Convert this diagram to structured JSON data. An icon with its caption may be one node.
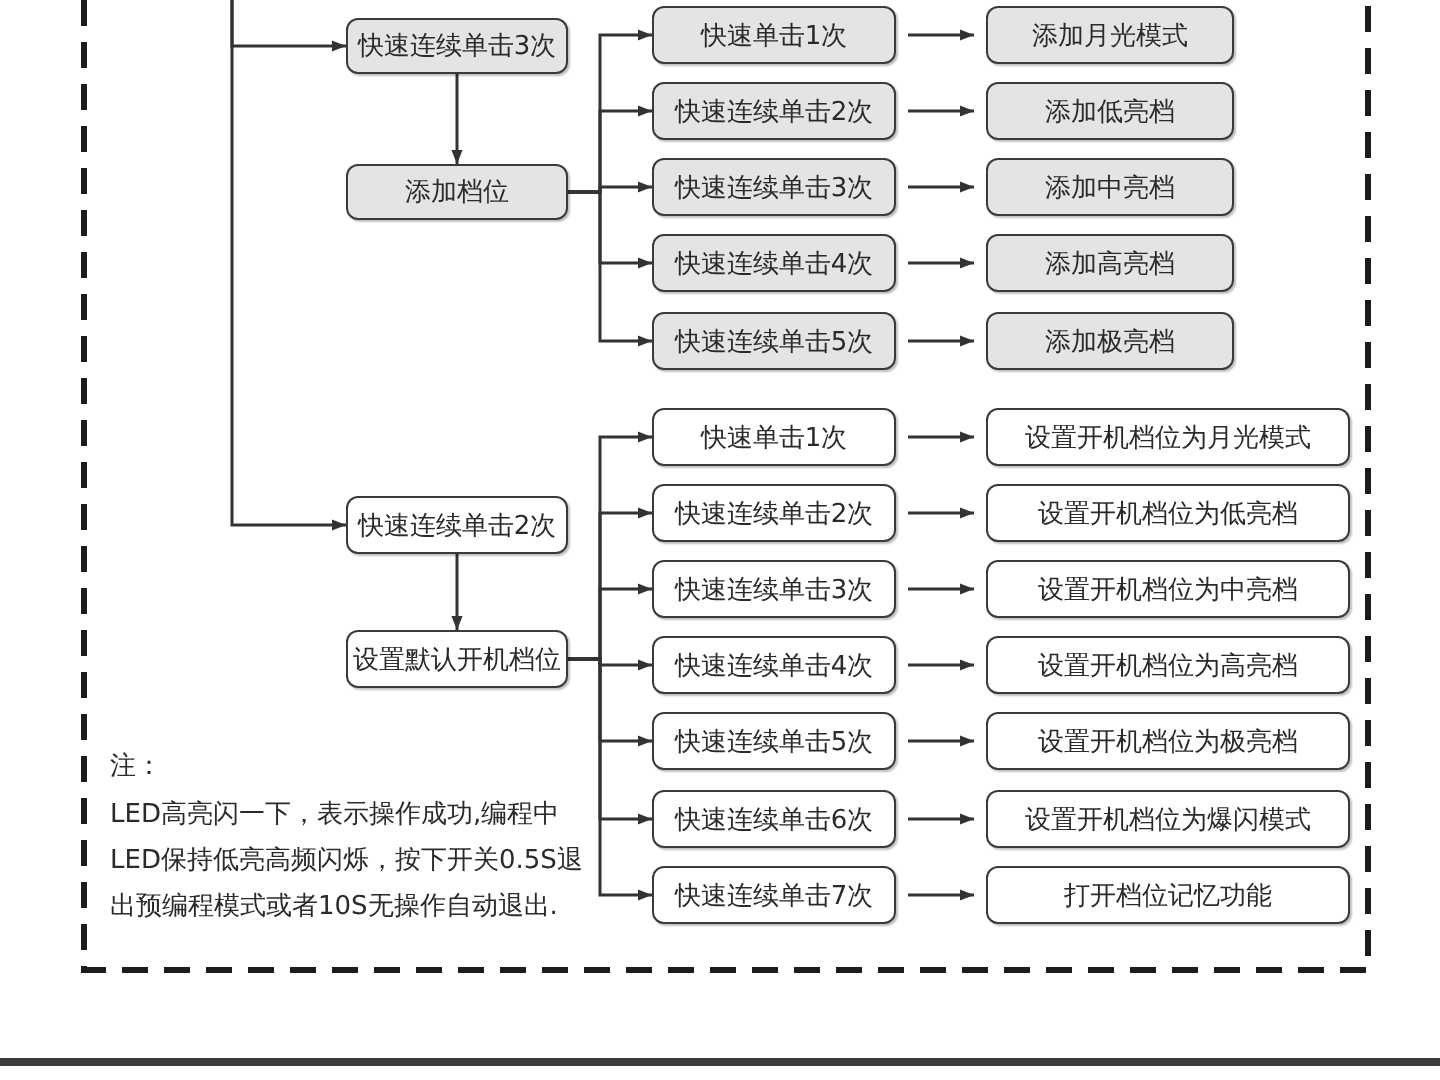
{
  "diagram": {
    "nodes": [
      {
        "text": [
          "快速连续单击3次"
        ]
      },
      {
        "text": [
          "添加档位"
        ]
      },
      {
        "text": [
          "快速单击1次"
        ]
      },
      {
        "text": [
          "添加月光模式"
        ]
      },
      {
        "text": [
          "快速连续单击2次"
        ]
      },
      {
        "text": [
          "添加低亮档"
        ]
      },
      {
        "text": [
          "快速连续单击3次"
        ]
      },
      {
        "text": [
          "添加中亮档"
        ]
      },
      {
        "text": [
          "快速连续单击4次"
        ]
      },
      {
        "text": [
          "添加高亮档"
        ]
      },
      {
        "text": [
          "快速连续单击5次"
        ]
      },
      {
        "text": [
          "添加极亮档"
        ]
      },
      {
        "text": [
          "快速连续单击2次"
        ]
      },
      {
        "text": [
          "设置默认开机档位"
        ]
      },
      {
        "text": [
          "快速单击1次"
        ]
      },
      {
        "text": [
          "设置开机档位为月光模式"
        ]
      },
      {
        "text": [
          "快速连续单击2次"
        ]
      },
      {
        "text": [
          "设置开机档位为低亮档"
        ]
      },
      {
        "text": [
          "快速连续单击3次"
        ]
      },
      {
        "text": [
          "设置开机档位为中亮档"
        ]
      },
      {
        "text": [
          "快速连续单击4次"
        ]
      },
      {
        "text": [
          "设置开机档位为高亮档"
        ]
      },
      {
        "text": [
          "快速连续单击5次"
        ]
      },
      {
        "text": [
          "设置开机档位为极亮档"
        ]
      },
      {
        "text": [
          "快速连续单击6次"
        ]
      },
      {
        "text": [
          "设置开机档位为爆闪模式"
        ]
      },
      {
        "text": [
          "快速连续单击7次"
        ]
      },
      {
        "text": [
          "打开档位记忆功能"
        ]
      }
    ],
    "edges": [
      {
        "from": null,
        "to": 0,
        "arrow": "to"
      },
      {
        "from": null,
        "to": 12,
        "arrow": "to"
      },
      {
        "from": 0,
        "to": 1,
        "arrow": "to"
      },
      {
        "from": 1,
        "to": 2,
        "arrow": "to"
      },
      {
        "from": 1,
        "to": 4,
        "arrow": "to"
      },
      {
        "from": 1,
        "to": 6,
        "arrow": "to"
      },
      {
        "from": 1,
        "to": 8,
        "arrow": "to"
      },
      {
        "from": 1,
        "to": 10,
        "arrow": "to"
      },
      {
        "from": 2,
        "to": 3,
        "arrow": "to"
      },
      {
        "from": 4,
        "to": 5,
        "arrow": "to"
      },
      {
        "from": 6,
        "to": 7,
        "arrow": "to"
      },
      {
        "from": 8,
        "to": 9,
        "arrow": "to"
      },
      {
        "from": 10,
        "to": 11,
        "arrow": "to"
      },
      {
        "from": 12,
        "to": 13,
        "arrow": "to"
      },
      {
        "from": 13,
        "to": 14,
        "arrow": "to"
      },
      {
        "from": 13,
        "to": 16,
        "arrow": "to"
      },
      {
        "from": 13,
        "to": 18,
        "arrow": "to"
      },
      {
        "from": 13,
        "to": 20,
        "arrow": "to"
      },
      {
        "from": 13,
        "to": 22,
        "arrow": "to"
      },
      {
        "from": 13,
        "to": 24,
        "arrow": "to"
      },
      {
        "from": 13,
        "to": 26,
        "arrow": "to"
      },
      {
        "from": 14,
        "to": 15,
        "arrow": "to"
      },
      {
        "from": 16,
        "to": 17,
        "arrow": "to"
      },
      {
        "from": 18,
        "to": 19,
        "arrow": "to"
      },
      {
        "from": 20,
        "to": 21,
        "arrow": "to"
      },
      {
        "from": 22,
        "to": 23,
        "arrow": "to"
      },
      {
        "from": 24,
        "to": 25,
        "arrow": "to"
      },
      {
        "from": 26,
        "to": 27,
        "arrow": "to"
      }
    ],
    "labels": [
      "注：",
      "LED高亮闪一下，表示操作成功,编程中LED保持低亮高频闪烁，按下开关0.5S退出预编程模式或者10S无操作自动退出."
    ]
  }
}
